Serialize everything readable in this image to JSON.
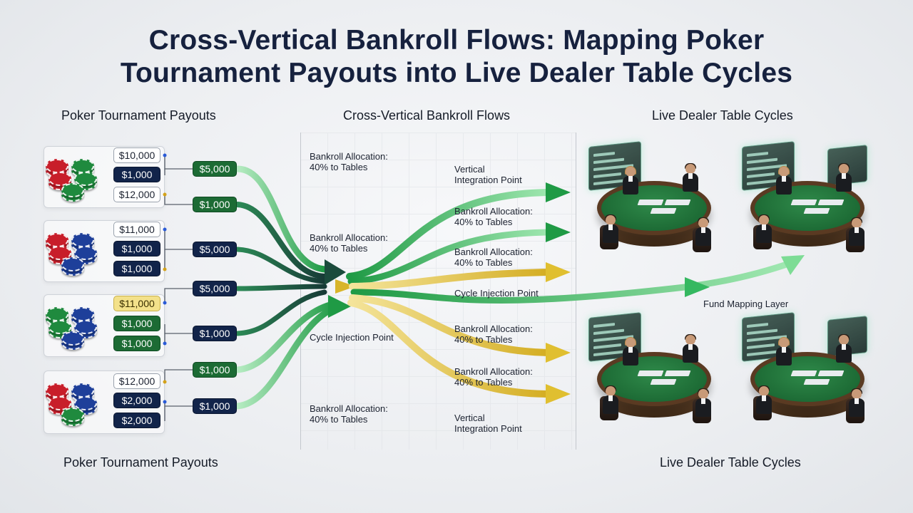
{
  "title_line1": "Cross-Vertical Bankroll Flows: Mapping Poker",
  "title_line2": "Tournament Payouts into Live Dealer Table Cycles",
  "headers": {
    "left_top": "Poker Tournament Payouts",
    "middle_top": "Cross-Vertical Bankroll Flows",
    "right_top": "Live Dealer Table Cycles",
    "left_bottom": "Poker Tournament Payouts",
    "right_bottom": "Live Dealer Table Cycles"
  },
  "payout_groups": [
    {
      "amounts": [
        "$10,000",
        "$1,000",
        "$12,000"
      ],
      "styles": [
        "white",
        "navy",
        "white"
      ]
    },
    {
      "amounts": [
        "$11,000",
        "$1,000",
        "$1,000"
      ],
      "styles": [
        "white",
        "navy",
        "navy"
      ]
    },
    {
      "amounts": [
        "$11,000",
        "$1,000",
        "$1,000"
      ],
      "styles": [
        "gold",
        "green",
        "green"
      ]
    },
    {
      "amounts": [
        "$12,000",
        "$2,000",
        "$2,000"
      ],
      "styles": [
        "white",
        "navy",
        "navy"
      ]
    }
  ],
  "outputs": [
    {
      "amount": "$5,000",
      "style": "green"
    },
    {
      "amount": "$1,000",
      "style": "green"
    },
    {
      "amount": "$5,000",
      "style": "navy"
    },
    {
      "amount": "$5,000",
      "style": "navy"
    },
    {
      "amount": "$1,000",
      "style": "navy"
    },
    {
      "amount": "$1,000",
      "style": "green"
    },
    {
      "amount": "$1,000",
      "style": "navy"
    }
  ],
  "flow_labels": {
    "l1": "Bankroll Allocation:\n40% to Tables",
    "l2": "Bankroll Allocation:\n40% to Tables",
    "l3": "Cycle Injection Point",
    "l4": "Bankroll Allocation:\n40% to Tables",
    "r1": "Vertical\nIntegration Point",
    "r2": "Bankroll Allocation:\n40% to Tables",
    "r3": "Bankroll Allocation:\n40% to Tables",
    "r4": "Cycle Injection Point",
    "r5": "Bankroll Allocation:\n40% to Tables",
    "r6": "Bankroll Allocation:\n40% to Tables",
    "r7": "Vertical\nIntegration Point"
  },
  "fund_mapping_label": "Fund Mapping Layer",
  "colors": {
    "flow_green": "#1f9a45",
    "flow_dark": "#1a4a3a",
    "flow_gold": "#e2c23a",
    "navy": "#12244a"
  }
}
